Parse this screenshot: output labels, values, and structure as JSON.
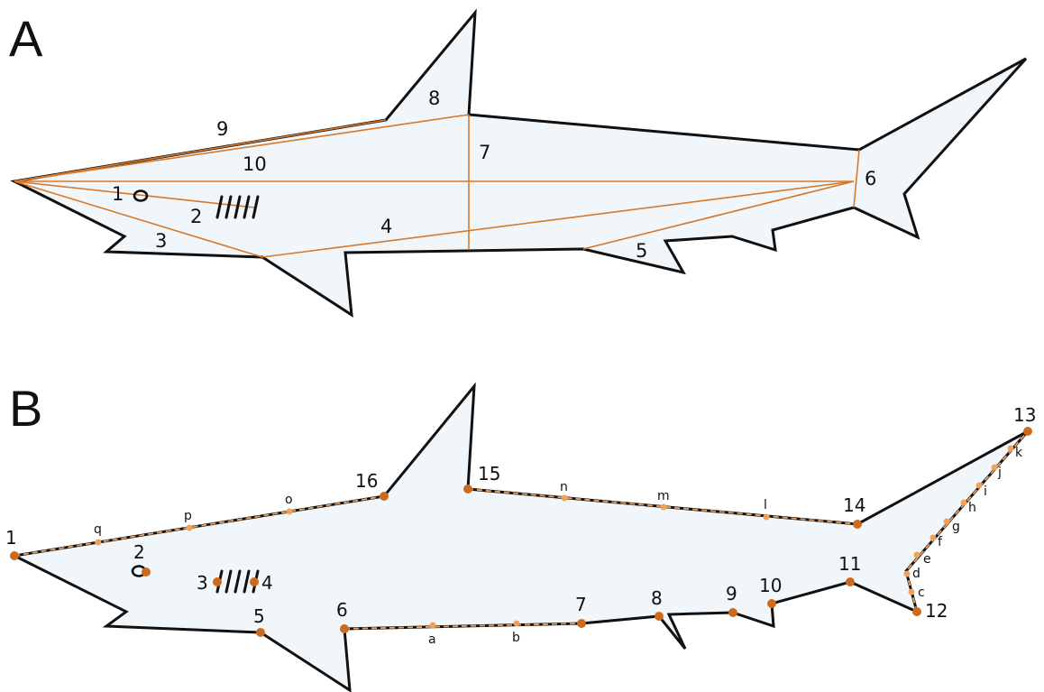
{
  "colors": {
    "body_fill": "#f1f6fb",
    "outline": "#111111",
    "measurement_line": "#d8792a",
    "landmark": "#cc6a1e",
    "semilandmark": "#f0a25a"
  },
  "panel_a": {
    "label": "A",
    "measurement_labels": [
      "1",
      "2",
      "3",
      "4",
      "5",
      "6",
      "7",
      "8",
      "9",
      "10"
    ]
  },
  "panel_b": {
    "label": "B",
    "landmark_labels": [
      "1",
      "2",
      "3",
      "4",
      "5",
      "6",
      "7",
      "8",
      "9",
      "10",
      "11",
      "12",
      "13",
      "14",
      "15",
      "16"
    ],
    "semilandmark_labels": [
      "a",
      "b",
      "c",
      "d",
      "e",
      "f",
      "g",
      "h",
      "i",
      "j",
      "k",
      "l",
      "m",
      "n",
      "o",
      "p",
      "q"
    ]
  }
}
